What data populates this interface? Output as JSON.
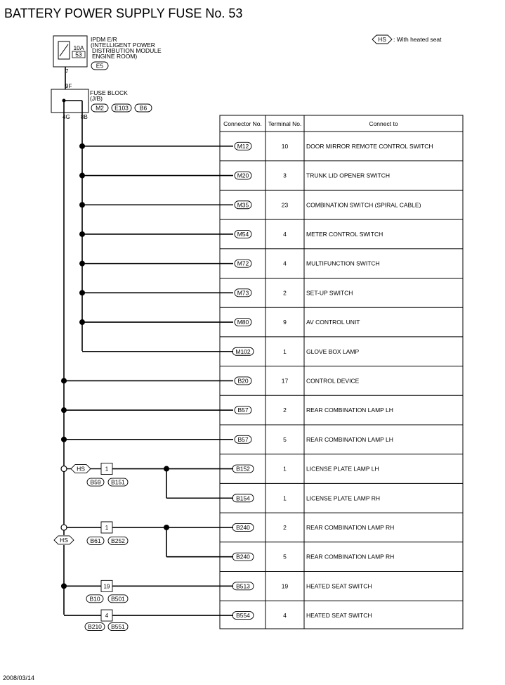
{
  "title": "BATTERY POWER SUPPLY FUSE No. 53",
  "footer_date": "2008/03/14",
  "legend": {
    "badge": "HS",
    "text": ": With heated seat"
  },
  "ipdm": {
    "amps": "10A",
    "fuse_no": "53",
    "lines": [
      "IPDM E/R",
      "(INTELLIGENT POWER",
      "DISTRIBUTION MODULE",
      "ENGINE ROOM)"
    ],
    "connector": "E5",
    "pin_out": "7"
  },
  "fuse_block": {
    "lines": [
      "FUSE BLOCK",
      "(J/B)"
    ],
    "connectors": [
      "M2",
      "E103",
      "B6"
    ],
    "pin_in": "9F",
    "pin_out_a": "4G",
    "pin_out_b": "8B"
  },
  "table": {
    "headers": [
      "Connector No.",
      "Terminal No.",
      "Connect to"
    ],
    "rows": [
      {
        "connector": "M12",
        "terminal": "10",
        "connect_to": "DOOR MIRROR REMOTE CONTROL SWITCH"
      },
      {
        "connector": "M20",
        "terminal": "3",
        "connect_to": "TRUNK LID OPENER SWITCH"
      },
      {
        "connector": "M35",
        "terminal": "23",
        "connect_to": "COMBINATION SWITCH (SPIRAL CABLE)"
      },
      {
        "connector": "M54",
        "terminal": "4",
        "connect_to": "METER CONTROL SWITCH"
      },
      {
        "connector": "M72",
        "terminal": "4",
        "connect_to": "MULTIFUNCTION SWITCH"
      },
      {
        "connector": "M73",
        "terminal": "2",
        "connect_to": "SET-UP SWITCH"
      },
      {
        "connector": "M80",
        "terminal": "9",
        "connect_to": "AV CONTROL UNIT"
      },
      {
        "connector": "M102",
        "terminal": "1",
        "connect_to": "GLOVE BOX LAMP"
      },
      {
        "connector": "B20",
        "terminal": "17",
        "connect_to": "CONTROL DEVICE"
      },
      {
        "connector": "B57",
        "terminal": "2",
        "connect_to": "REAR COMBINATION LAMP LH"
      },
      {
        "connector": "B57",
        "terminal": "5",
        "connect_to": "REAR COMBINATION LAMP LH"
      },
      {
        "connector": "B152",
        "terminal": "1",
        "connect_to": "LICENSE PLATE LAMP LH"
      },
      {
        "connector": "B154",
        "terminal": "1",
        "connect_to": "LICENSE PLATE LAMP RH"
      },
      {
        "connector": "B240",
        "terminal": "2",
        "connect_to": "REAR COMBINATION LAMP RH"
      },
      {
        "connector": "B240",
        "terminal": "5",
        "connect_to": "REAR COMBINATION LAMP RH"
      },
      {
        "connector": "B513",
        "terminal": "19",
        "connect_to": "HEATED SEAT SWITCH"
      },
      {
        "connector": "B554",
        "terminal": "4",
        "connect_to": "HEATED SEAT SWITCH"
      }
    ]
  },
  "inline_connectors": [
    {
      "hs_badge": "HS",
      "pin": "1",
      "connectors": [
        "B59",
        "B151"
      ]
    },
    {
      "hs_badge": "HS",
      "pin": "1",
      "connectors": [
        "B61",
        "B252"
      ]
    },
    {
      "hs_badge": "",
      "pin": "19",
      "connectors": [
        "B10",
        "B501"
      ]
    },
    {
      "hs_badge": "",
      "pin": "4",
      "connectors": [
        "B210",
        "B551"
      ]
    }
  ]
}
